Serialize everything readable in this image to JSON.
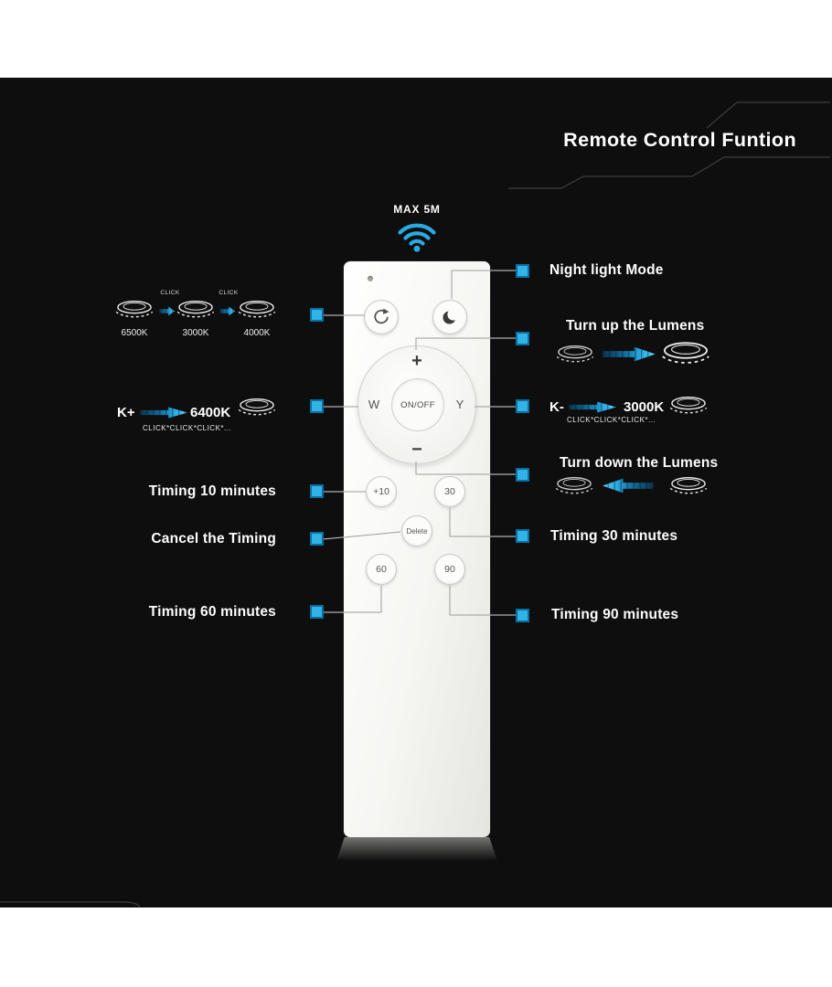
{
  "title": "Remote Control Funtion",
  "signal": {
    "label": "MAX 5M",
    "icon": "wifi-icon"
  },
  "remote": {
    "buttons": {
      "color_cycle_icon": "cycle-arrow-icon",
      "night_icon": "moon-icon",
      "plus": "+",
      "minus": "−",
      "w": "W",
      "y": "Y",
      "onoff": "ON/OFF",
      "plus10": "+10",
      "t30": "30",
      "del": "Delete",
      "t60": "60",
      "t90": "90"
    }
  },
  "left": {
    "color_cycle": {
      "temps": [
        "6500K",
        "3000K",
        "4000K"
      ],
      "clicks": [
        "CLICK",
        "CLICK"
      ]
    },
    "k_plus": {
      "label": "K+",
      "temp": "6400K",
      "clicks": "CLICK*CLICK*CLICK*..."
    },
    "timing10": "Timing 10 minutes",
    "cancel": "Cancel the Timing",
    "timing60": "Timing 60 minutes"
  },
  "right": {
    "night": "Night light Mode",
    "turn_up": "Turn up the Lumens",
    "k_minus": {
      "label": "K-",
      "temp": "3000K",
      "clicks": "CLICK*CLICK*CLICK*..."
    },
    "turn_down": "Turn down the Lumens",
    "timing30": "Timing 30 minutes",
    "timing90": "Timing 90 minutes"
  },
  "colors": {
    "accent_blue": "#29abe2",
    "panel_background": "#0e0e0e",
    "marker_fill": "#2fb3e9",
    "marker_border": "#0d6e9c",
    "remote_body": "#f2f2ef"
  }
}
